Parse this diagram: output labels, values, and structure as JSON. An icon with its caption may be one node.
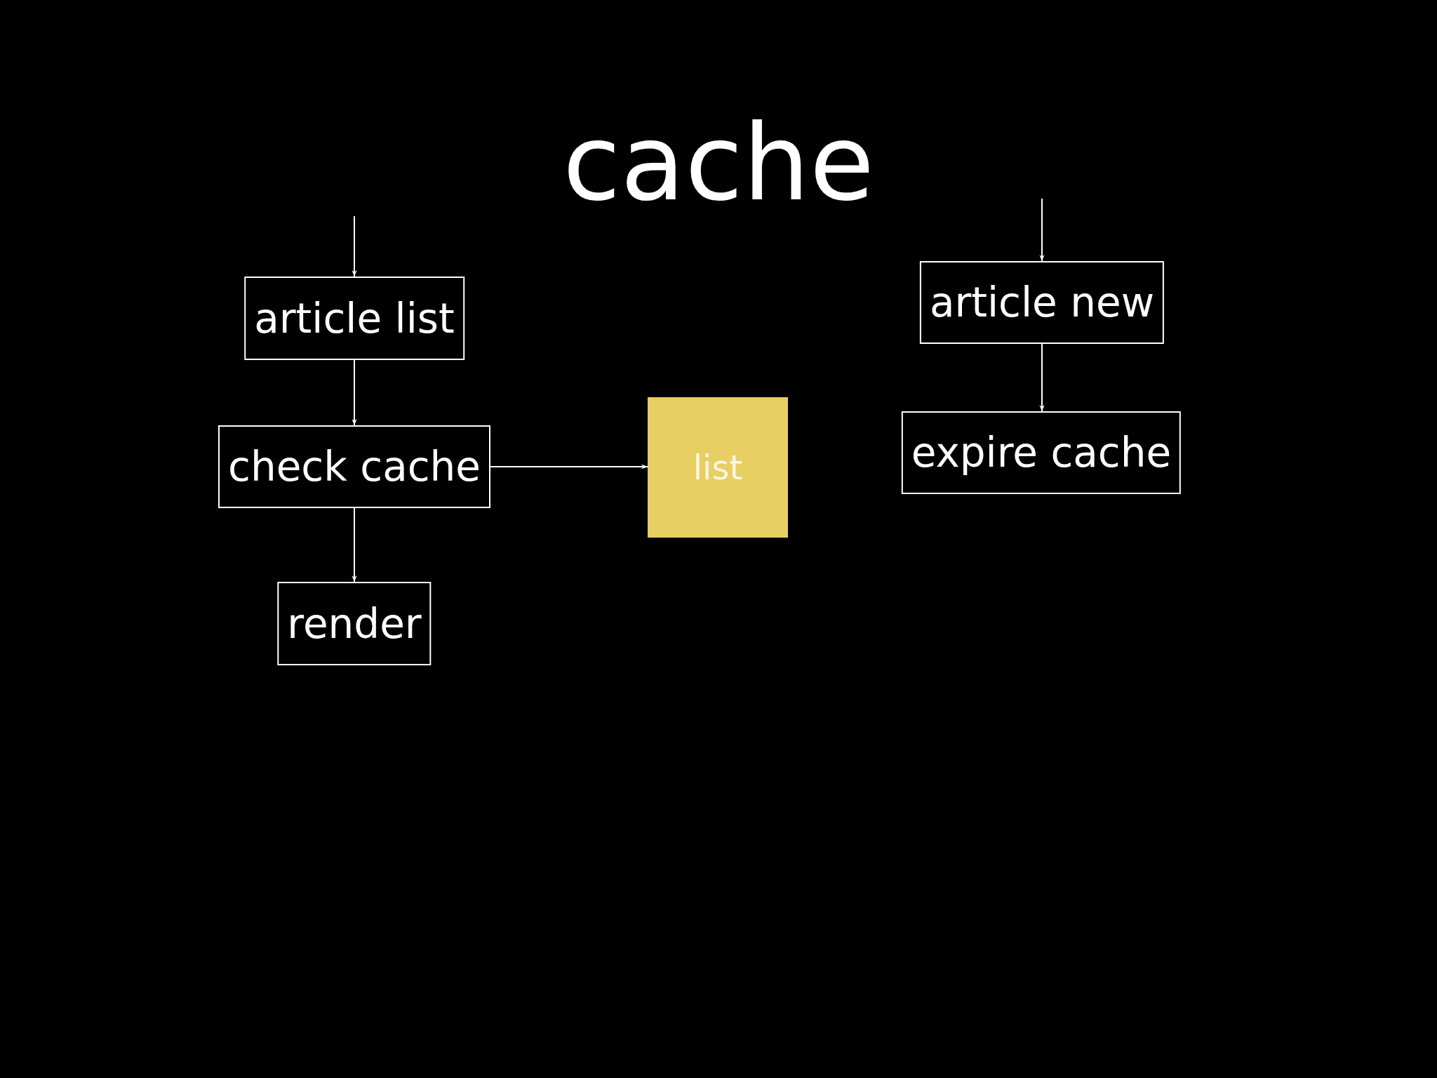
{
  "diagram": {
    "title": "cache",
    "nodes": [
      {
        "text": [
          "article list"
        ]
      },
      {
        "text": [
          "article new"
        ]
      },
      {
        "text": [
          "check cache"
        ]
      },
      {
        "text": [
          "list"
        ]
      },
      {
        "text": [
          "expire cache"
        ]
      },
      {
        "text": [
          "render"
        ]
      }
    ],
    "edges": [
      {
        "from": null,
        "to": 0,
        "arrow": "to"
      },
      {
        "from": 0,
        "to": 2,
        "arrow": "to"
      },
      {
        "from": 2,
        "to": 3,
        "arrow": "to"
      },
      {
        "from": 2,
        "to": 5,
        "arrow": "to"
      },
      {
        "from": null,
        "to": 1,
        "arrow": "to"
      },
      {
        "from": 1,
        "to": 4,
        "arrow": "to"
      }
    ]
  }
}
